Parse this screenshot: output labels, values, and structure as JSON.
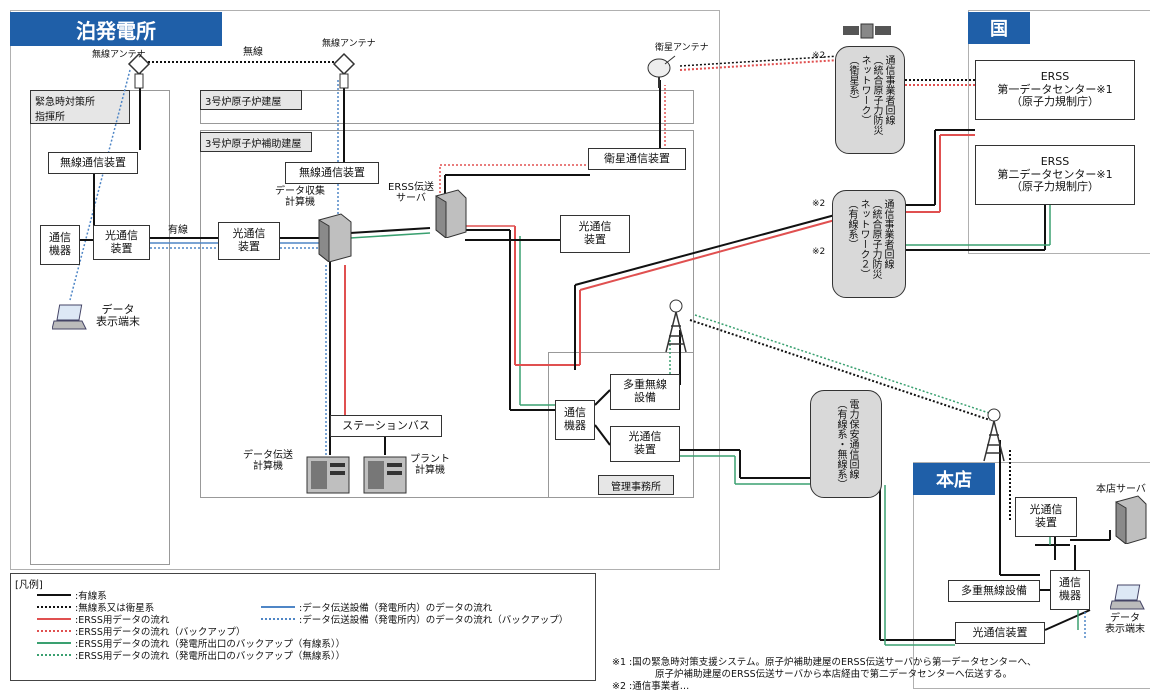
{
  "regions": {
    "plant_title": "泊発電所",
    "country_title": "国",
    "hq_title": "本店"
  },
  "antennas": {
    "wireless_1": "無線アンテナ",
    "wireless_2": "無線アンテナ",
    "satellite": "衛星アンテナ",
    "wireless_link_label": "無線"
  },
  "plant": {
    "emergency_office": "緊急時対策所\n指揮所",
    "wireless_device_1": "無線通信装置",
    "comm_device_1": "通信\n機器",
    "optical_device_1": "光通信\n装置",
    "wired_label": "有線",
    "optical_device_2": "光通信\n装置",
    "data_terminal_1": "データ\n表示端末",
    "reactor_bldg_3": "3号炉原子炉建屋",
    "aux_bldg_3": "3号炉原子炉補助建屋",
    "wireless_device_2": "無線通信装置",
    "data_collection_calc": "データ収集\n計算機",
    "erss_server": "ERSS伝送\nサーバ",
    "satellite_device": "衛星通信装置",
    "optical_device_3": "光通信\n装置",
    "station_bus": "ステーションバス",
    "data_transfer_calc": "データ伝送\n計算機",
    "plant_calc": "プラント\n計算機",
    "comm_device_2": "通信\n機器",
    "multiplex_radio_1": "多重無線\n設備",
    "optical_device_4": "光通信\n装置",
    "admin_office": "管理事務所"
  },
  "carriers": {
    "satellite_net": "通信事業者回線\n（統合原子力防災\nネットワーク）\n（衛星系）",
    "wired_net": "通信事業者回線\n（統合原子力防災\nネットワーク２）\n（有線系）",
    "power_line": "電力保安通信回線\n（有線系・無線系）",
    "note_mark_1": "※2",
    "note_mark_2": "※2",
    "note_mark_3": "※2"
  },
  "country": {
    "dc1": "ERSS\n第一データセンター※1\n（原子力規制庁）",
    "dc2": "ERSS\n第二データセンター※1\n（原子力規制庁）"
  },
  "hq": {
    "server": "本店サーバ",
    "optical_device_5": "光通信\n装置",
    "multiplex_radio_2": "多重無線設備",
    "comm_device_3": "通信\n機器",
    "optical_device_6": "光通信装置",
    "data_terminal_2": "データ\n表示端末"
  },
  "legend": {
    "title": "[凡例]",
    "items": [
      ":有線系",
      ":無線系又は衛星系",
      ":ERSS用データの流れ",
      ":ERSS用データの流れ（バックアップ）",
      ":ERSS用データの流れ（発電所出口のバックアップ（有線系））",
      ":ERSS用データの流れ（発電所出口のバックアップ（無線系））",
      ":データ伝送設備（発電所内）のデータの流れ",
      ":データ伝送設備（発電所内）のデータの流れ（バックアップ）"
    ]
  },
  "notes": {
    "n1": "※1 :国の緊急時対策支援システム。原子炉補助建屋のERSS伝送サーバから第一データセンターへ、",
    "n1b": "原子炉補助建屋のERSS伝送サーバから本店経由で第二データセンターへ伝送する。",
    "n2": "※2 :通信事業者…"
  },
  "colors": {
    "wired": "#111111",
    "erss": "#e05050",
    "green": "#3aa070",
    "blue": "#4f86c6",
    "title_tab": "#1f5fa8"
  }
}
